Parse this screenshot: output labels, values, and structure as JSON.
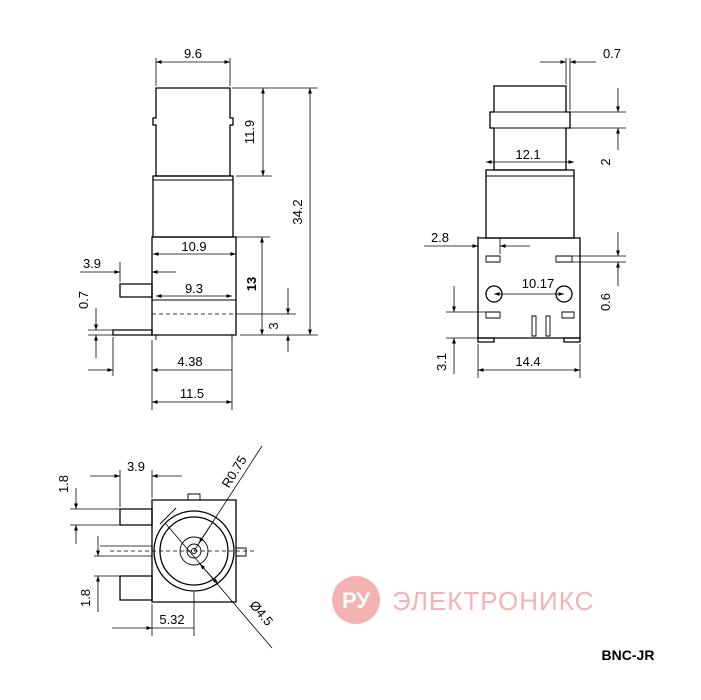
{
  "dimensions": {
    "front_width_top": "9.6",
    "front_height_top": "11.9",
    "front_total_height": "34.2",
    "front_body_width": "10.9",
    "front_body_height": "13",
    "front_pin_offset": "3.9",
    "front_pin_thickness": "0.7",
    "front_inner_width": "9.3",
    "front_base_height": "3",
    "front_pin_pos": "4.38",
    "front_total_width": "11.5",
    "side_thickness": "0.7",
    "side_gap": "2",
    "side_width": "12.1",
    "side_pin_offset": "2.8",
    "side_hole_pitch": "10.17",
    "side_pin_dia": "0.6",
    "side_pin_length": "3.1",
    "side_total_width": "14.4",
    "bottom_pin_spacing": "1.8",
    "bottom_pin_offset": "3.9",
    "bottom_radius": "R0.75",
    "bottom_pin_spacing_2": "1.8",
    "bottom_offset": "5.32",
    "bottom_diameter": "Ø4.5"
  },
  "part_name": "BNC-JR",
  "watermark": {
    "logo": "РУ",
    "text": "ЭЛЕКТРОНИКС",
    "color": "#f08080"
  }
}
